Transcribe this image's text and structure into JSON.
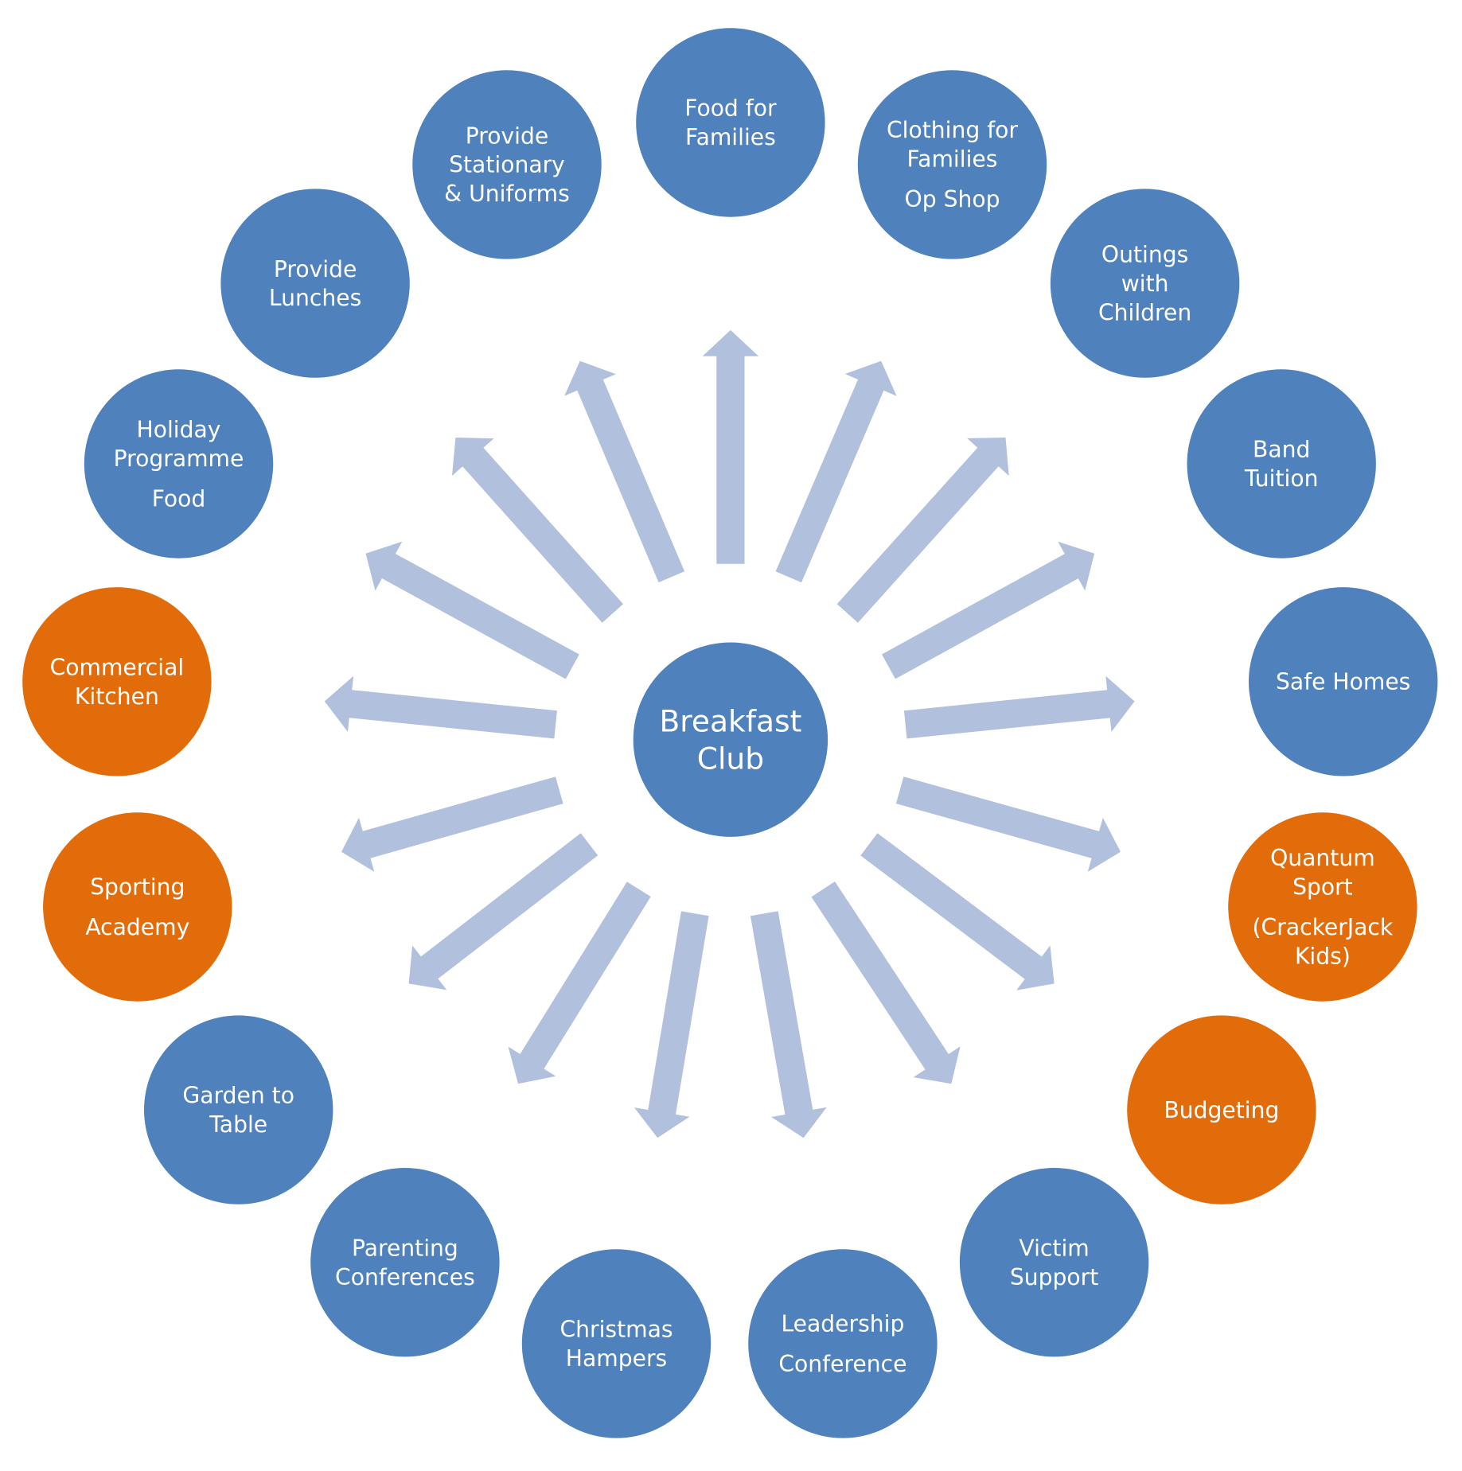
{
  "colors": {
    "blue": "#4f81bd",
    "orange": "#e36c0a",
    "arrow": "#b0c0dd",
    "text": "#ffffff"
  },
  "center": {
    "lines": [
      "Breakfast",
      "Club"
    ],
    "color": "blue"
  },
  "nodes": [
    {
      "id": "food-for-families",
      "lines": [
        "Food for",
        "Families"
      ],
      "color": "blue"
    },
    {
      "id": "clothing-for-families",
      "lines": [
        "Clothing for",
        "Families",
        "",
        "Op Shop"
      ],
      "color": "blue"
    },
    {
      "id": "outings-with-children",
      "lines": [
        "Outings",
        "with",
        "Children"
      ],
      "color": "blue"
    },
    {
      "id": "band-tuition",
      "lines": [
        "Band",
        "Tuition"
      ],
      "color": "blue"
    },
    {
      "id": "safe-homes",
      "lines": [
        "Safe Homes"
      ],
      "color": "blue"
    },
    {
      "id": "quantum-sport",
      "lines": [
        "Quantum",
        "Sport",
        "",
        "(CrackerJack",
        "Kids)"
      ],
      "color": "orange"
    },
    {
      "id": "budgeting",
      "lines": [
        "Budgeting"
      ],
      "color": "orange"
    },
    {
      "id": "victim-support",
      "lines": [
        "Victim",
        "Support"
      ],
      "color": "blue"
    },
    {
      "id": "leadership-conference",
      "lines": [
        "Leadership",
        "",
        "Conference"
      ],
      "color": "blue"
    },
    {
      "id": "christmas-hampers",
      "lines": [
        "Christmas",
        "Hampers"
      ],
      "color": "blue"
    },
    {
      "id": "parenting-conferences",
      "lines": [
        "Parenting",
        "Conferences"
      ],
      "color": "blue"
    },
    {
      "id": "garden-to-table",
      "lines": [
        "Garden to",
        "Table"
      ],
      "color": "blue"
    },
    {
      "id": "sporting-academy",
      "lines": [
        "Sporting",
        "",
        "Academy"
      ],
      "color": "orange"
    },
    {
      "id": "commercial-kitchen",
      "lines": [
        "Commercial",
        "Kitchen"
      ],
      "color": "orange"
    },
    {
      "id": "holiday-programme-food",
      "lines": [
        "Holiday",
        "Programme",
        "",
        "Food"
      ],
      "color": "blue"
    },
    {
      "id": "provide-lunches",
      "lines": [
        "Provide",
        "Lunches"
      ],
      "color": "blue"
    },
    {
      "id": "provide-stationary-uniforms",
      "lines": [
        "Provide",
        "Stationary",
        "& Uniforms"
      ],
      "color": "blue"
    }
  ]
}
